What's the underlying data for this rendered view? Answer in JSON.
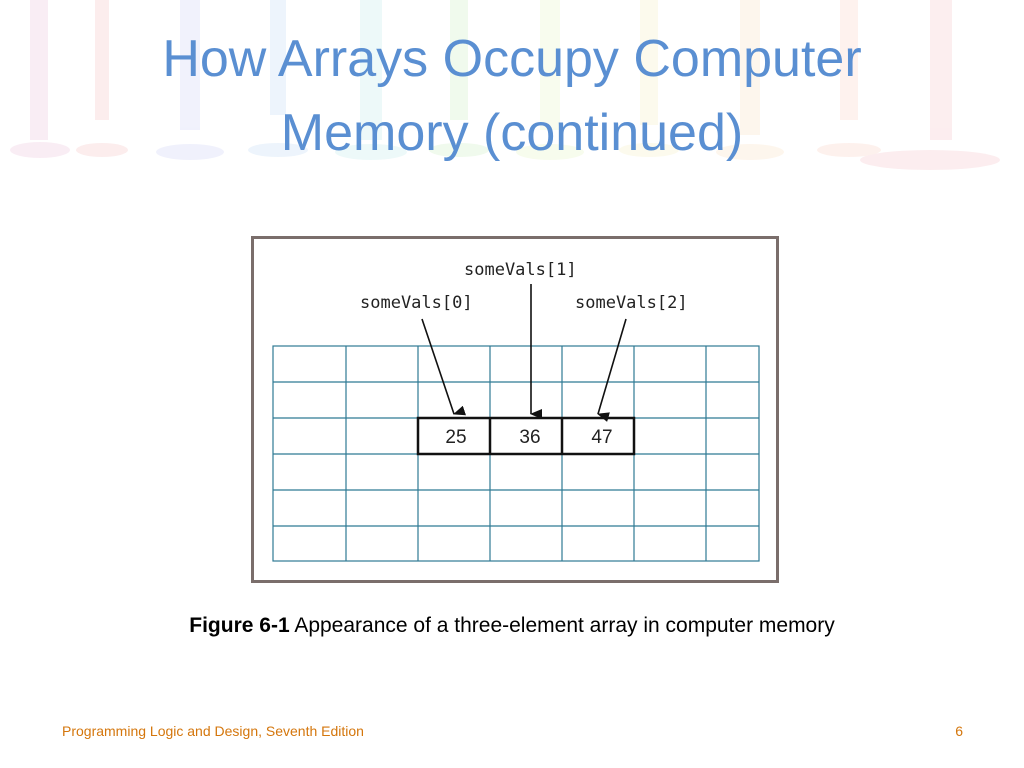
{
  "slide": {
    "title_line1": "How Arrays Occupy Computer",
    "title_line2": "Memory (continued)"
  },
  "figure": {
    "labels": [
      "someVals[0]",
      "someVals[1]",
      "someVals[2]"
    ],
    "values": [
      "25",
      "36",
      "47"
    ],
    "caption_label": "Figure 6-1",
    "caption_text": "Appearance of a three-element array in computer memory"
  },
  "footer": {
    "book": "Programming Logic and Design, Seventh Edition",
    "page": "6"
  },
  "colors": {
    "title": "#5a8fd2",
    "grid": "#2f7a94",
    "footer": "#d4760c",
    "frame": "#7a6e6b"
  }
}
